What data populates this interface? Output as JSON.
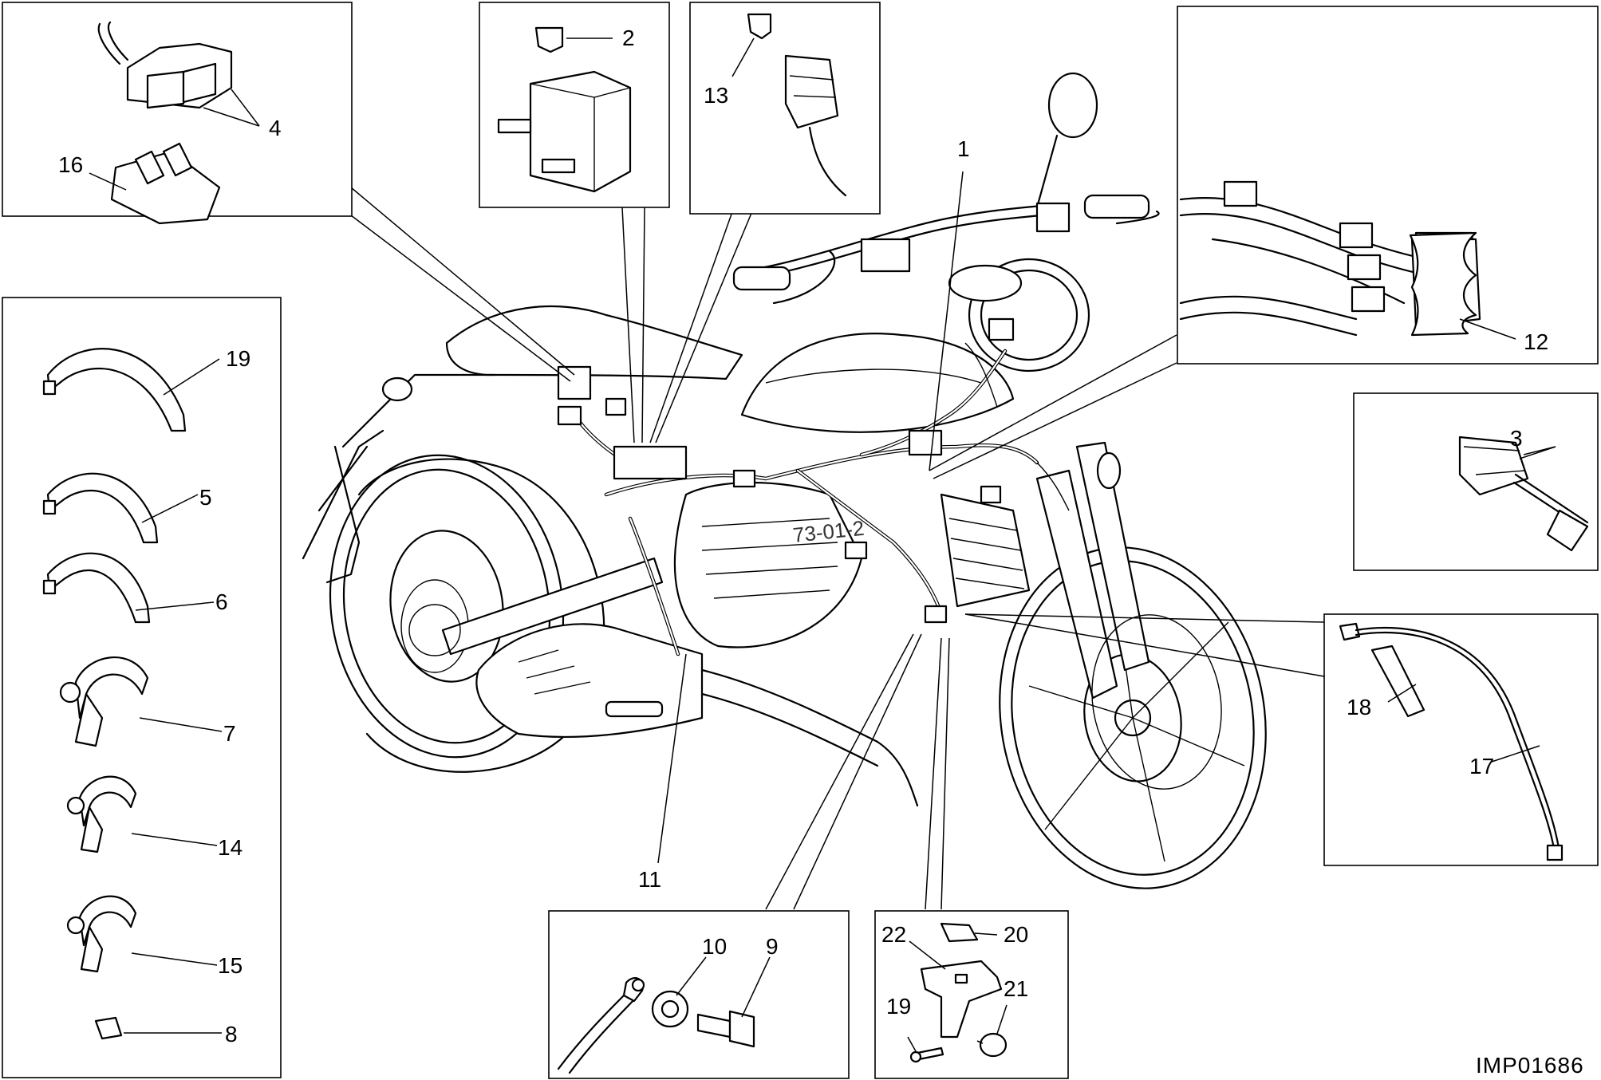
{
  "diagram_code": "IMP01686",
  "overlay_text": "73-01-2",
  "labels": {
    "l1": "1",
    "l2": "2",
    "l3": "3",
    "l4": "4",
    "l5": "5",
    "l6": "6",
    "l7": "7",
    "l8": "8",
    "l9": "9",
    "l10": "10",
    "l11": "11",
    "l12": "12",
    "l13": "13",
    "l14": "14",
    "l15": "15",
    "l16": "16",
    "l17": "17",
    "l18": "18",
    "l19a": "19",
    "l19b": "19",
    "l20": "20",
    "l21": "21",
    "l22": "22"
  }
}
